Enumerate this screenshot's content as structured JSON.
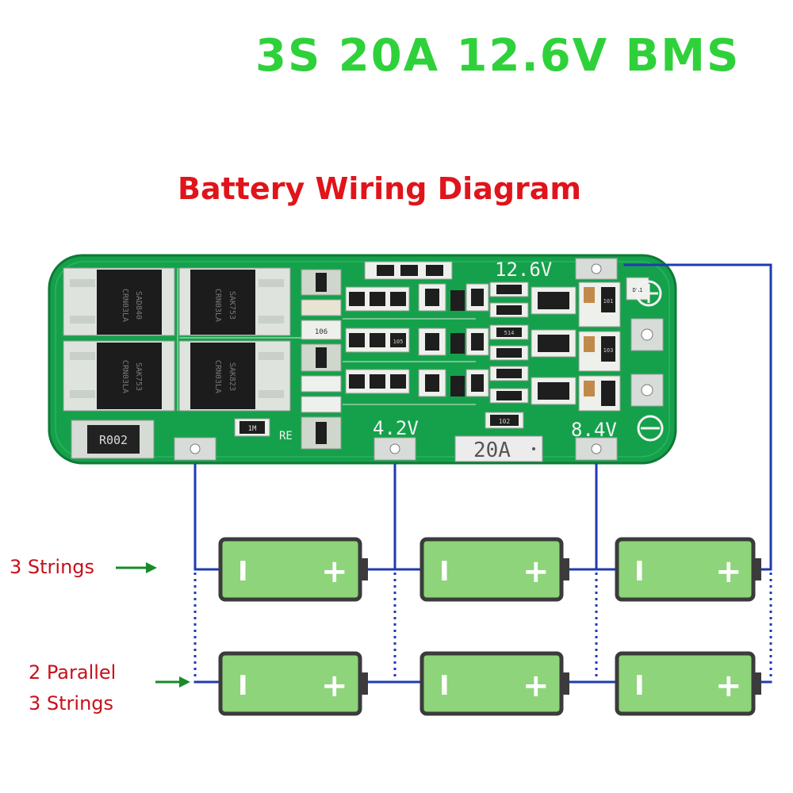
{
  "title": "3S 20A 12.6V BMS",
  "subtitle": "Battery Wiring Diagram",
  "board": {
    "voltage_labels": [
      "12.6V",
      "4.2V",
      "8.4V"
    ],
    "current_label": "20A",
    "resistor_label": "R002",
    "re_label": "RE",
    "mosfet_markings": [
      [
        "CRN03LA",
        "SAD840"
      ],
      [
        "CRN03LA",
        "SAK753"
      ],
      [
        "CRN03LA",
        "SAK753"
      ],
      [
        "CRN03LA",
        "SAK823"
      ]
    ],
    "chip_codes": [
      "1M",
      "106",
      "105",
      "514",
      "102",
      "101",
      "103",
      "DR1"
    ],
    "plus_symbol": "+",
    "minus_symbol": "−"
  },
  "batteries": {
    "negative_symbol": "I",
    "positive_symbol": "+",
    "body_color": "#8ed47a",
    "frame_color": "#3b3b3b"
  },
  "labels": {
    "row1": "3 Strings",
    "row2_line1": "2 Parallel",
    "row2_line2": "3 Strings"
  },
  "colors": {
    "title": "#2fd13a",
    "subtitle": "#e0141b",
    "wire": "#1f3bb0",
    "arrow": "#188a2a",
    "board": "#15a14b"
  }
}
